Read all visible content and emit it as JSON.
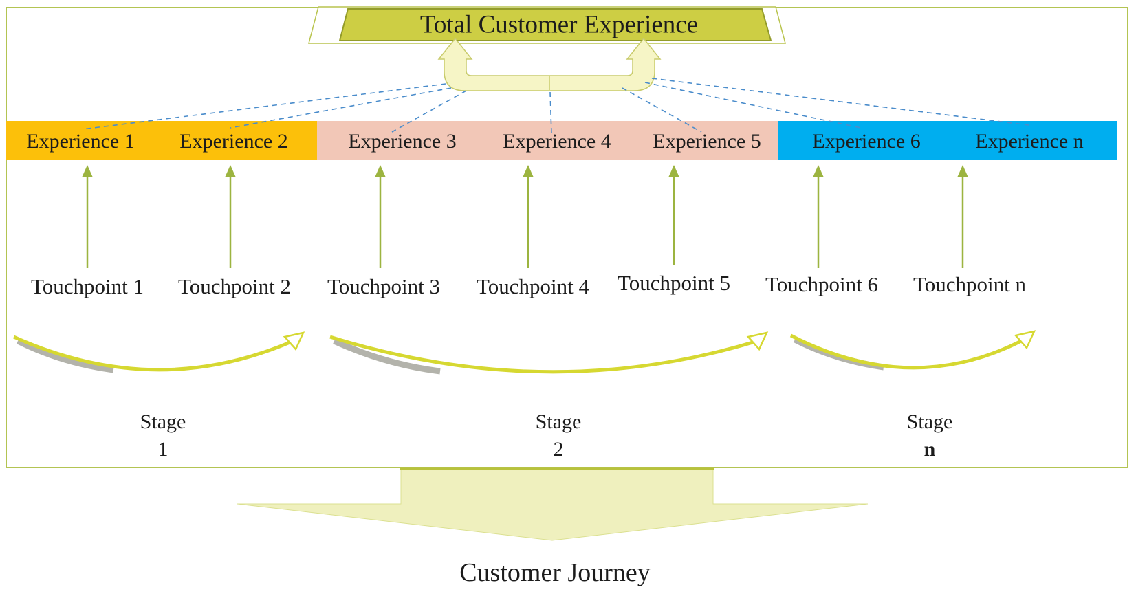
{
  "banner": {
    "title": "Total Customer Experience"
  },
  "experiences": [
    {
      "label": "Experience 1"
    },
    {
      "label": "Experience 2"
    },
    {
      "label": "Experience 3"
    },
    {
      "label": "Experience 4"
    },
    {
      "label": "Experience 5"
    },
    {
      "label": "Experience 6"
    },
    {
      "label": "Experience n"
    }
  ],
  "touchpoints": [
    {
      "label": "Touchpoint 1"
    },
    {
      "label": "Touchpoint 2"
    },
    {
      "label": "Touchpoint 3"
    },
    {
      "label": "Touchpoint 4"
    },
    {
      "label": "Touchpoint 5"
    },
    {
      "label": "Touchpoint 6"
    },
    {
      "label": "Touchpoint n"
    }
  ],
  "stages": [
    {
      "word": "Stage",
      "number": "1"
    },
    {
      "word": "Stage",
      "number": "2"
    },
    {
      "word": "Stage",
      "number": "n"
    }
  ],
  "journey": {
    "label": "Customer Journey"
  },
  "colors": {
    "box_border": "#b3c452",
    "banner_fill": "#cdce44",
    "banner_border": "#939b2a",
    "bracket_fill": "#f6f5c6",
    "bracket_border": "#c8cb6b",
    "dashed_connector": "#4a8ccb",
    "touchpoint_arrow": "#9cb440",
    "segment_stage1": "#fcc00a",
    "segment_stage2": "#f2c7b7",
    "segment_stage3": "#00aeef",
    "swoosh_arrow": "#d6d831",
    "swoosh_shadow": "#b3b3ab",
    "journey_arrow_fill": "#eff0be",
    "text": "#1c1c1c"
  }
}
